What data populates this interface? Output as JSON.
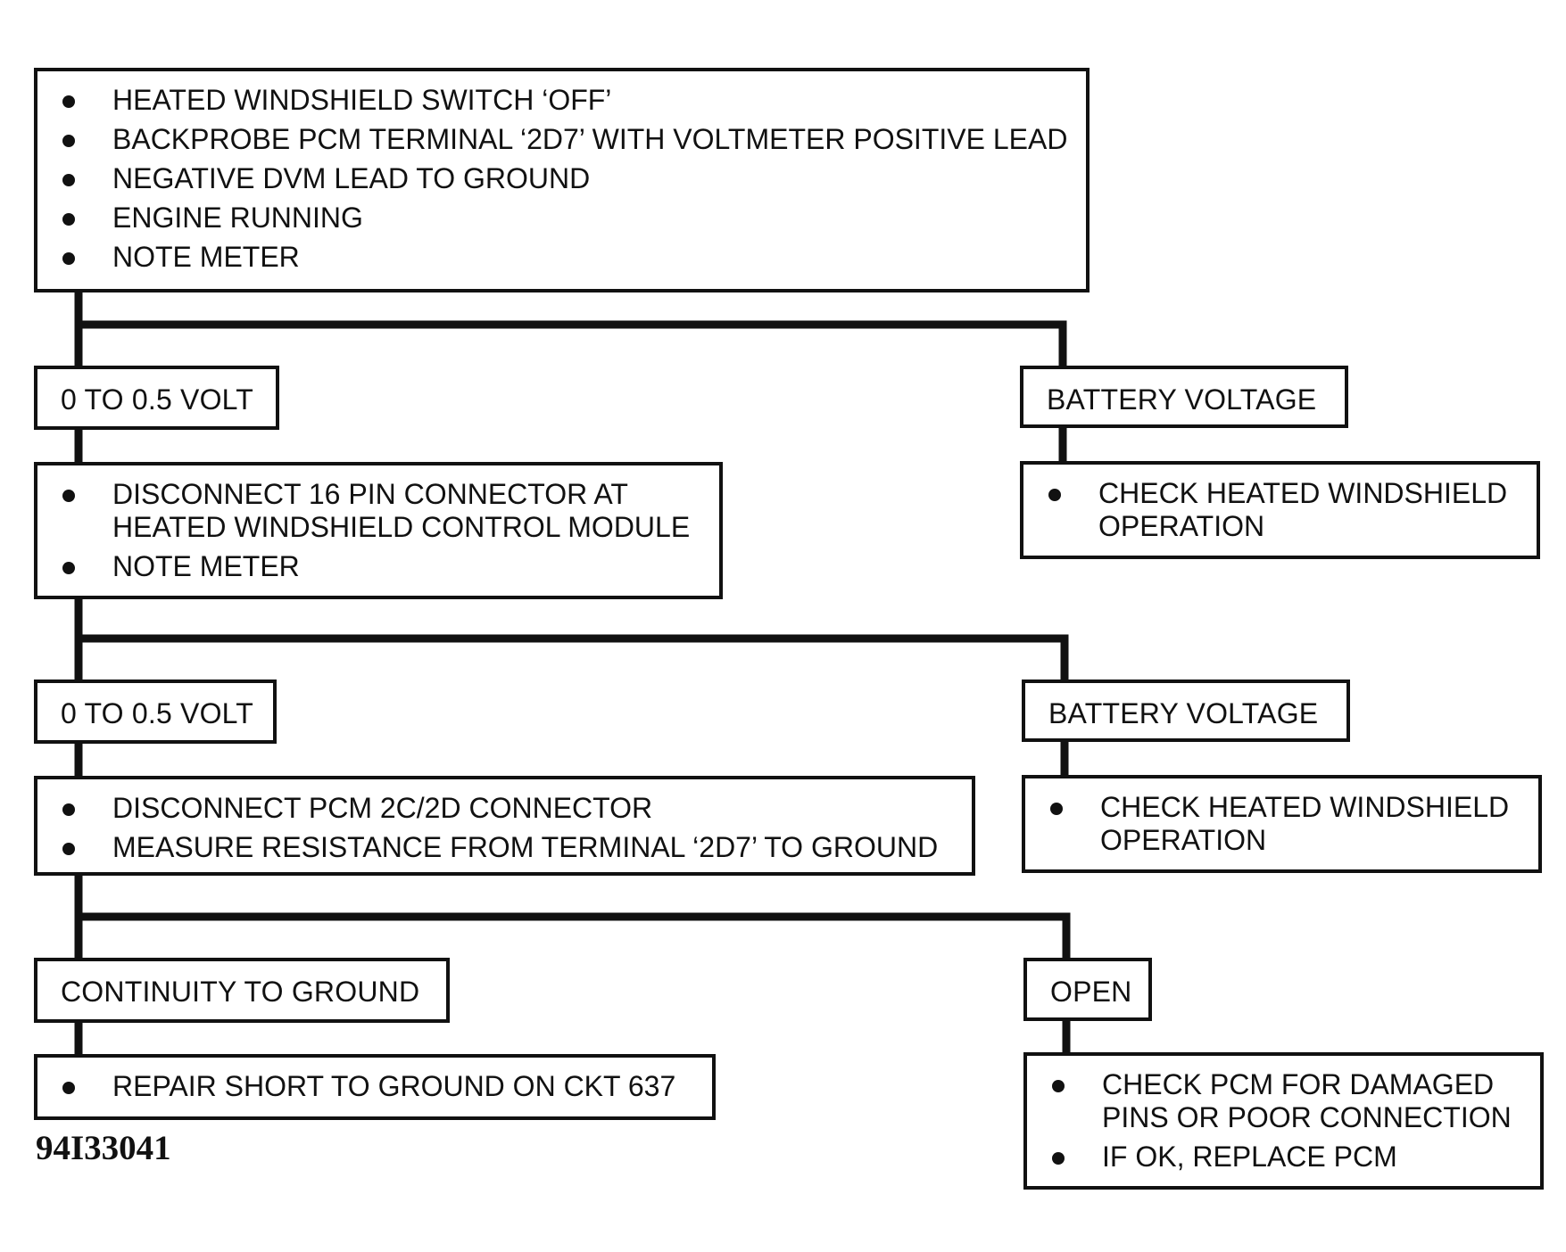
{
  "diagram": {
    "start_steps": [
      "HEATED WINDSHIELD SWITCH ‘OFF’",
      "BACKPROBE PCM TERMINAL ‘2D7’ WITH VOLTMETER POSITIVE LEAD",
      "NEGATIVE DVM LEAD TO GROUND",
      "ENGINE RUNNING",
      "NOTE METER"
    ],
    "level1": {
      "left_result": "0 TO 0.5 VOLT",
      "right_result": "BATTERY VOLTAGE",
      "left_steps": [
        "DISCONNECT 16 PIN CONNECTOR AT\nHEATED WINDSHIELD CONTROL MODULE",
        "NOTE METER"
      ],
      "right_steps": [
        "CHECK HEATED WINDSHIELD\nOPERATION"
      ]
    },
    "level2": {
      "left_result": "0 TO 0.5 VOLT",
      "right_result": "BATTERY VOLTAGE",
      "left_steps": [
        "DISCONNECT PCM 2C/2D CONNECTOR",
        "MEASURE RESISTANCE FROM TERMINAL ‘2D7’ TO GROUND"
      ],
      "right_steps": [
        "CHECK HEATED WINDSHIELD\nOPERATION"
      ]
    },
    "level3": {
      "left_result": "CONTINUITY TO GROUND",
      "right_result": "OPEN",
      "left_steps": [
        "REPAIR SHORT TO GROUND ON CKT 637"
      ],
      "right_steps": [
        "CHECK PCM FOR DAMAGED\nPINS OR POOR CONNECTION",
        "IF OK, REPLACE PCM"
      ]
    },
    "figure_id": "94I33041"
  }
}
